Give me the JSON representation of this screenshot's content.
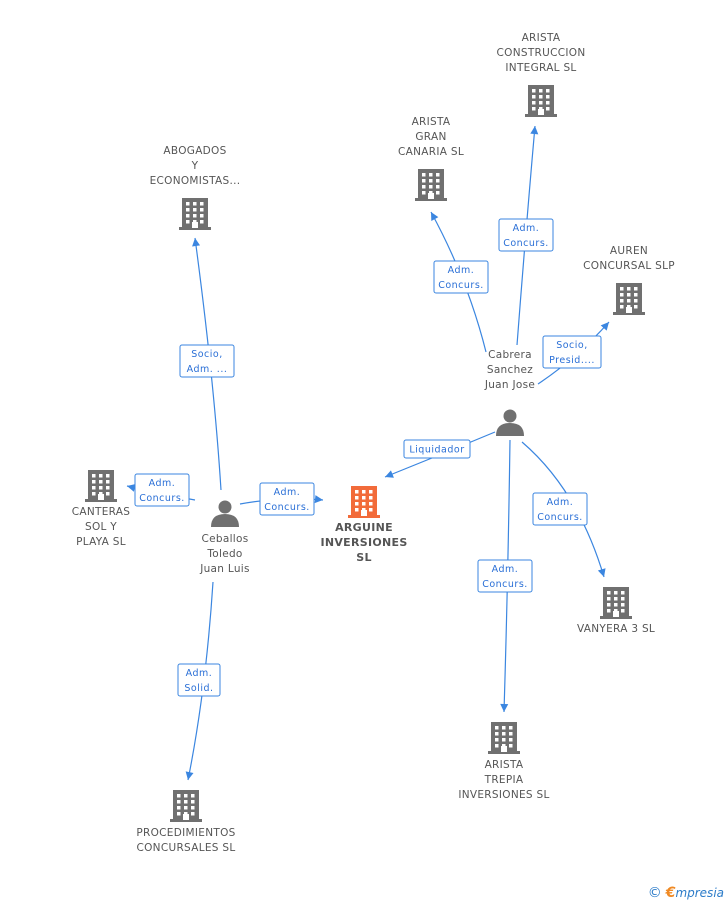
{
  "colors": {
    "edge": "#3b86e0",
    "company": "#707070",
    "main_company": "#f26b3a",
    "person": "#707070"
  },
  "nodes": [
    {
      "id": "arguine",
      "type": "company",
      "main": true,
      "lines": [
        "ARGUINE",
        "INVERSIONES",
        "SL"
      ]
    },
    {
      "id": "ceballos",
      "type": "person",
      "lines": [
        "Ceballos",
        "Toledo",
        "Juan Luis"
      ]
    },
    {
      "id": "cabrera",
      "type": "person",
      "lines": [
        "Cabrera",
        "Sanchez",
        "Juan Jose"
      ]
    },
    {
      "id": "abogados",
      "type": "company",
      "lines": [
        "ABOGADOS",
        "Y",
        "ECONOMISTAS..."
      ]
    },
    {
      "id": "canteras",
      "type": "company",
      "lines": [
        "CANTERAS",
        "SOL Y",
        "PLAYA SL"
      ]
    },
    {
      "id": "procedimientos",
      "type": "company",
      "lines": [
        "PROCEDIMIENTOS",
        "CONCURSALES SL"
      ]
    },
    {
      "id": "arista_gran",
      "type": "company",
      "lines": [
        "ARISTA",
        "GRAN",
        "CANARIA SL"
      ]
    },
    {
      "id": "arista_const",
      "type": "company",
      "lines": [
        "ARISTA",
        "CONSTRUCCION",
        "INTEGRAL SL"
      ]
    },
    {
      "id": "auren",
      "type": "company",
      "lines": [
        "AUREN",
        "CONCURSAL SLP"
      ]
    },
    {
      "id": "vanyera",
      "type": "company",
      "lines": [
        "VANYERA 3 SL"
      ]
    },
    {
      "id": "arista_trepia",
      "type": "company",
      "lines": [
        "ARISTA",
        "TREPIA",
        "INVERSIONES SL"
      ]
    }
  ],
  "edges": [
    {
      "id": "e1",
      "from": "ceballos",
      "to": "abogados",
      "label": [
        "Socio,",
        "Adm. ..."
      ]
    },
    {
      "id": "e2",
      "from": "ceballos",
      "to": "canteras",
      "label": [
        "Adm.",
        "Concurs."
      ]
    },
    {
      "id": "e3",
      "from": "ceballos",
      "to": "arguine",
      "label": [
        "Adm.",
        "Concurs."
      ]
    },
    {
      "id": "e4",
      "from": "ceballos",
      "to": "procedimientos",
      "label": [
        "Adm.",
        "Solid."
      ]
    },
    {
      "id": "e5",
      "from": "cabrera",
      "to": "arguine",
      "label": [
        "Liquidador"
      ]
    },
    {
      "id": "e6",
      "from": "cabrera",
      "to": "arista_gran",
      "label": [
        "Adm.",
        "Concurs."
      ]
    },
    {
      "id": "e7",
      "from": "cabrera",
      "to": "arista_const",
      "label": [
        "Adm.",
        "Concurs."
      ]
    },
    {
      "id": "e8",
      "from": "cabrera",
      "to": "auren",
      "label": [
        "Socio,",
        "Presid...."
      ]
    },
    {
      "id": "e9",
      "from": "cabrera",
      "to": "vanyera",
      "label": [
        "Adm.",
        "Concurs."
      ]
    },
    {
      "id": "e10",
      "from": "cabrera",
      "to": "arista_trepia",
      "label": [
        "Adm.",
        "Concurs."
      ]
    }
  ],
  "footer": {
    "copyright_symbol": "©",
    "brand_initial": "€",
    "brand_rest": "mpresia"
  }
}
